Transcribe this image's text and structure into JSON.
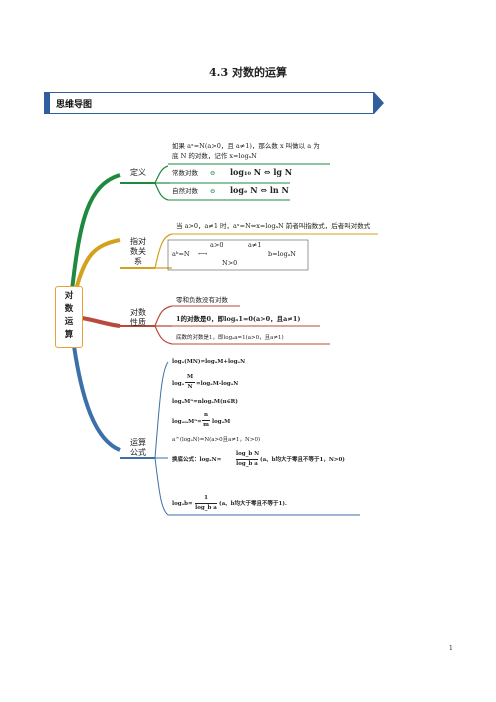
{
  "title": "4.3  对数的运算",
  "banner": "思维导图",
  "root": [
    "对",
    "数",
    "运",
    "算"
  ],
  "definition": {
    "label": "定义",
    "line1": "如果 aˣ=N(a>0，且 a≠1)，那么数 x 叫做以 a 为",
    "line2": "底 N 的对数，记作 x=logₐN",
    "common_label": "常数对数",
    "common_formula": "log₁₀ N ⇔ lg N",
    "natural_label": "自然对数",
    "natural_formula": "logₑ N ⇔ ln N"
  },
  "exp_relation": {
    "label": [
      "指对",
      "数关",
      "系"
    ],
    "line1": "当 a>0，a≠1 时，aˣ=N⇔x=logₐN 前者叫指数式，后者叫对数式",
    "cond1": "a>0",
    "cond2": "a≠1",
    "cond3": "N>0",
    "left": "aᵇ=N",
    "right": "b=logₐN"
  },
  "properties": {
    "label": [
      "对数",
      "性质"
    ],
    "p1": "零和负数没有对数",
    "p2": "1的对数是0，即logₐ1=0(a>0，且a≠1)",
    "p3": "底数的对数是1，即logₐa=1(a>0，且a≠1)"
  },
  "formulas": {
    "label": [
      "运算",
      "公式"
    ],
    "f1": "logₐ(MN)=logₐM+logₐN",
    "f2_left": "logₐ",
    "f2_num": "M",
    "f2_den": "N",
    "f2_right": "=logₐM-logₐN",
    "f3": "logₐMⁿ=nlogₐM(n∈R)",
    "f4_left": "logₐₘMⁿ=",
    "f4_num": "n",
    "f4_den": "m",
    "f4_right": "logₐM",
    "f5": "a^(logₐN)=N(a>0且a≠1，N>0)",
    "f6_left": "换底公式：logₐN=",
    "f6_num": "log_b N",
    "f6_den": "log_b a",
    "f6_right": "(a、b均大于零且不等于1，N>0)",
    "f7_left": "logₐb=",
    "f7_num": "1",
    "f7_den": "log_b a",
    "f7_right": "(a、b均大于零且不等于1)."
  },
  "page_number": "1",
  "colors": {
    "banner": "#2f5f9c",
    "branch_definition": "#1f8a3f",
    "branch_relation": "#d4a11e",
    "branch_properties": "#b84a3b",
    "branch_formulas": "#3d6fa8",
    "root_border": "#e5a33a"
  }
}
